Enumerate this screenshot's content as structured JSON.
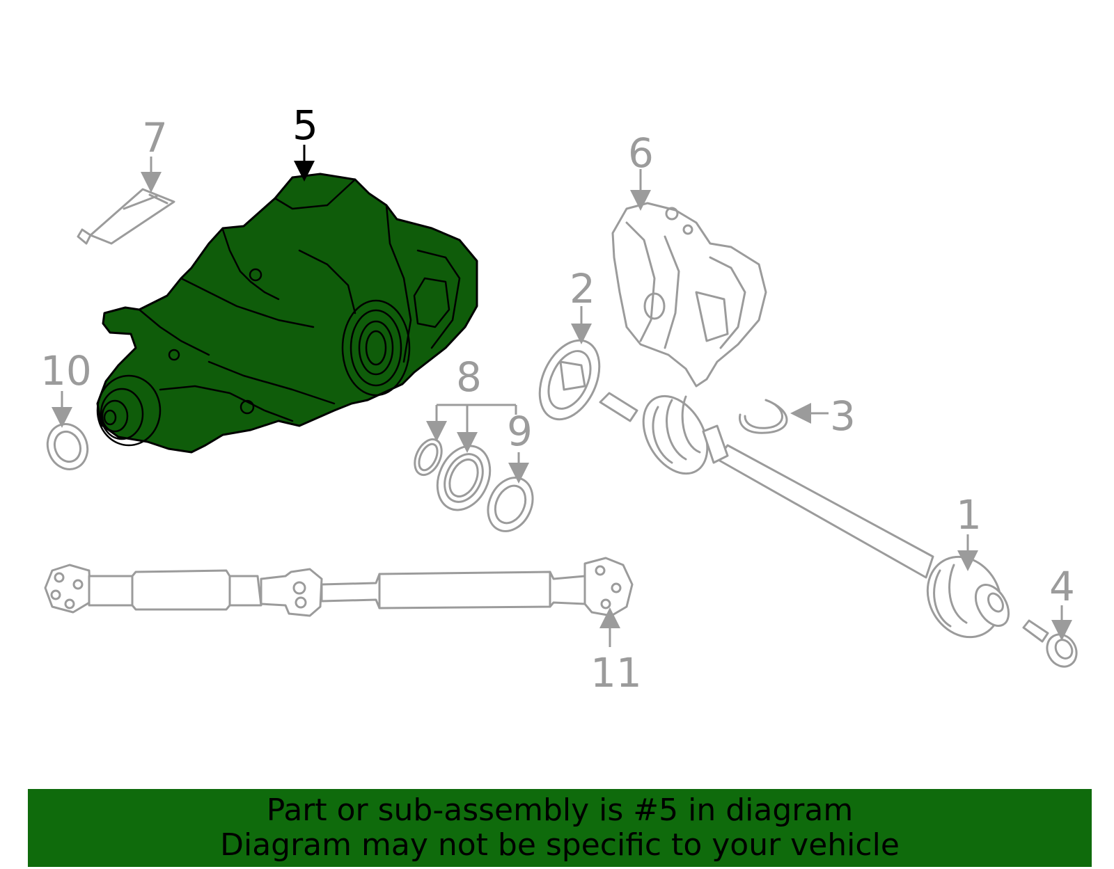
{
  "callouts": {
    "c1": "1",
    "c2": "2",
    "c3": "3",
    "c4": "4",
    "c5": "5",
    "c6": "6",
    "c7": "7",
    "c8": "8",
    "c9": "9",
    "c10": "10",
    "c11": "11"
  },
  "highlighted_part": "5",
  "colors": {
    "highlight_fill": "#0f5c0a",
    "banner_background": "#0f6b0c",
    "callout_inactive": "#9b9b9b",
    "callout_active": "#000000"
  },
  "banner": {
    "line1": "Part or sub-assembly is #5 in diagram",
    "line2": "Diagram may not be specific to your vehicle"
  }
}
